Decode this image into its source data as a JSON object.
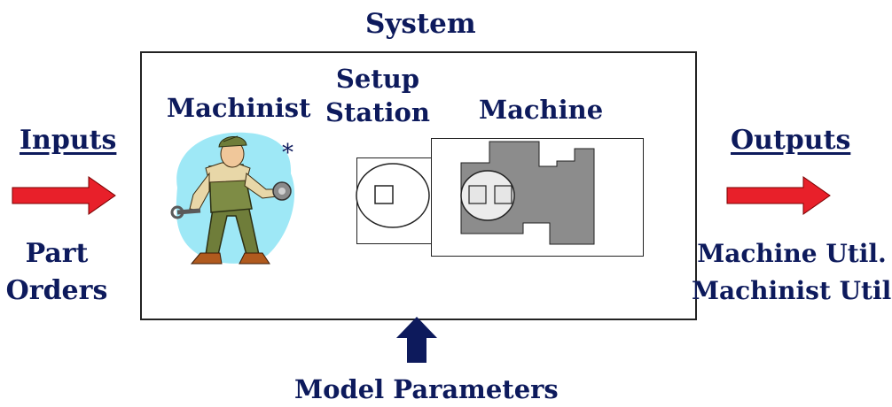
{
  "diagram": {
    "title": "System",
    "inputs": {
      "heading": "Inputs",
      "lines": [
        "Part",
        "Orders"
      ]
    },
    "outputs": {
      "heading": "Outputs",
      "lines": [
        "Machine Util.",
        "Machinist Util."
      ]
    },
    "machinist": {
      "label": "Machinist",
      "note": "*"
    },
    "setup_station": {
      "lines": [
        "Setup",
        "Station"
      ]
    },
    "machine": {
      "label": "Machine"
    },
    "parameters": {
      "label": "Model Parameters"
    },
    "colors": {
      "text": "#0d1a5c",
      "arrow_red": "#e8202a",
      "arrow_navy": "#0d1a5c",
      "machine_gray": "#8c8c8c",
      "sky": "#9ee8f6"
    }
  }
}
